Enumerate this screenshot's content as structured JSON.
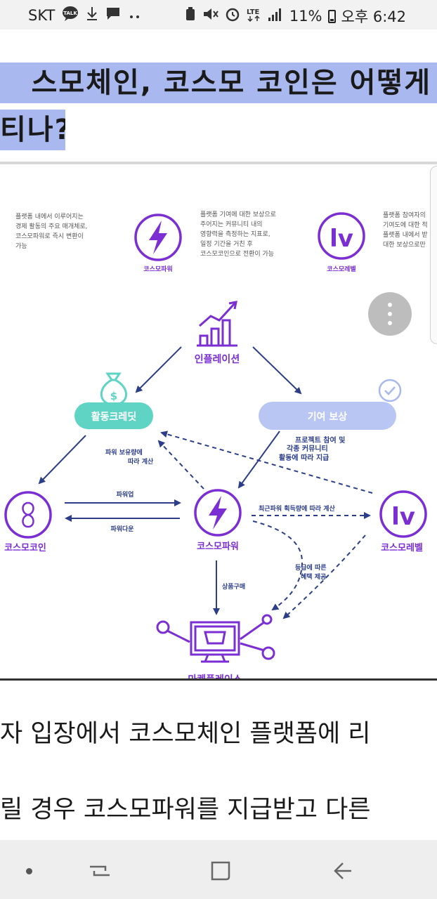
{
  "status_bar": {
    "carrier": "SKT",
    "icons_left": [
      "talk-icon",
      "download-icon",
      "message-icon",
      "more-dots-icon"
    ],
    "icons_right": [
      "recycle-icon",
      "mute-icon",
      "alarm-icon",
      "lte-icon",
      "signal-icon"
    ],
    "battery": "11%",
    "time": "오후 6:42"
  },
  "article": {
    "heading_line1": "스모체인, 코스모 코인은 어떻게",
    "heading_line2": "티나?",
    "body_line1": "자 입장에서 코스모체인 플랫폼에 리",
    "body_line2": "릴 경우 코스모파워를 지급받고 다른"
  },
  "diagram": {
    "top_desc_left": [
      "플랫폼 내에서 이루어지는",
      "경제 활동의 주요 매개체로,",
      "코스모파워로 즉시 변환이",
      "가능"
    ],
    "top_desc_mid": [
      "플랫폼 기여에 대한 보상으로",
      "주어지는 커뮤니티 내의",
      "영향력을 측정하는 지표로,",
      "일정 기간을 거친 후",
      "코스모코인으로 전환이 가능"
    ],
    "top_desc_right": [
      "플랫폼 참여자의",
      "기여도에 대한 적",
      "플랫폼 내에서 받",
      "대한 보상으로만"
    ],
    "top_label_power": "코스모파워",
    "top_label_level": "코스모레벨",
    "inflation": "인플레이션",
    "activity_credit": "활동크레딧",
    "contribution_reward": "기여 보상",
    "reward_note": [
      "프로젝트 참여 및",
      "각종 커뮤니티",
      "활동에 따라 지급"
    ],
    "credit_note": [
      "파워 보유량에",
      "따라 계산"
    ],
    "cosmo_coin": "코스모코인",
    "cosmo_power": "코스모파워",
    "cosmo_level": "코스모레벨",
    "power_up": "파워업",
    "power_down": "파워다운",
    "recent_power": "최근파워 획득량에 따라 계산",
    "grade_benefit": [
      "등급에 따른",
      "혜택 제공"
    ],
    "purchase": "상품구매",
    "marketplace": "마켓플레이스",
    "level_symbol": "lv",
    "dollar_symbol": "$",
    "colors": {
      "purple": "#7b2fd3",
      "navy": "#2c3e8a",
      "teal": "#5fd4c4",
      "lavender": "#a9b8ee",
      "heading_highlight": "#a9b8ee"
    }
  },
  "navigation": {
    "buttons": [
      "recent-apps-icon",
      "home-icon",
      "back-icon"
    ]
  }
}
